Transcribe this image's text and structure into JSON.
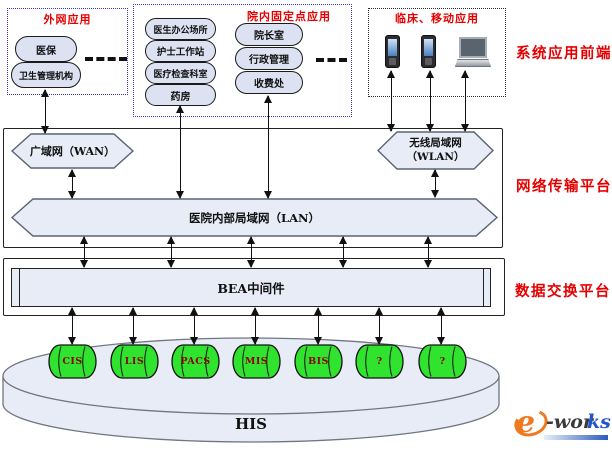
{
  "colors": {
    "accent_red": "#e60000",
    "dashed_box_blue": "#3a3ad0",
    "shape_fill": "#e8ecf6",
    "oval_fill": "#dce2f2",
    "cylinder_green": "#2fe32f",
    "cylinder_label_red": "#8b0000",
    "logo_orange": "#f07820",
    "logo_blue": "#2255cc"
  },
  "frontend": {
    "side_label": "系统应用前端",
    "external": {
      "title": "外网应用",
      "items": [
        "医保",
        "卫生管理机构"
      ]
    },
    "fixed": {
      "title": "院内固定点应用",
      "col1": [
        "医生办公场所",
        "护士工作站",
        "医疗检查科室",
        "药房"
      ],
      "col2": [
        "院长室",
        "行政管理",
        "收费处"
      ]
    },
    "mobile": {
      "title": "临床、移动应用",
      "devices": [
        "smartphone-icon",
        "smartphone-icon",
        "laptop-icon"
      ]
    }
  },
  "network": {
    "side_label": "网络传输平台",
    "wan": "广域网（WAN）",
    "wlan_line1": "无线局域网",
    "wlan_line2": "（WLAN）",
    "lan": "医院内部局域网（LAN）"
  },
  "exchange": {
    "side_label": "数据交换平台",
    "middleware": "BEA中间件"
  },
  "database": {
    "platform": "HIS",
    "systems": [
      "CIS",
      "LIS",
      "PACS",
      "MIS",
      "BIS",
      "?",
      "?"
    ]
  },
  "logo": {
    "part1": "e",
    "part2": "-wor",
    "part3": "ks"
  }
}
